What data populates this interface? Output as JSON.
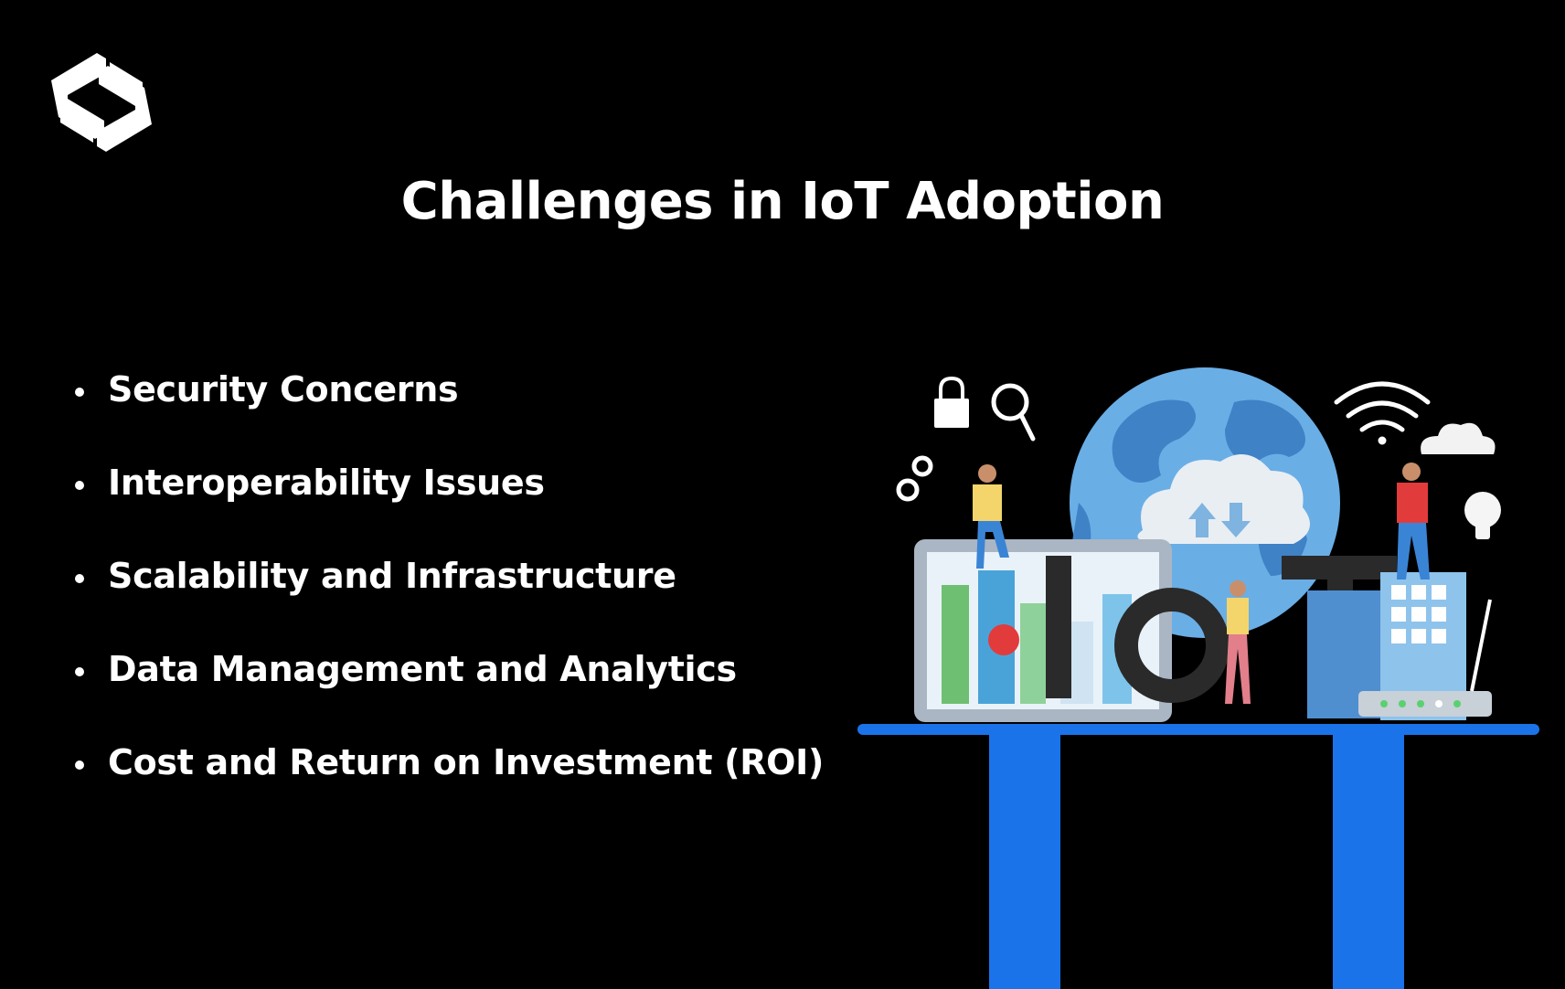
{
  "title": "Challenges in IoT Adoption",
  "bullets": [
    "Security Concerns",
    "Interoperability Issues",
    "Scalability and Infrastructure",
    "Data Management and Analytics",
    "Cost and Return on Investment (ROI)"
  ],
  "illustration": {
    "word": "IoT"
  },
  "colors": {
    "background": "#000000",
    "text": "#ffffff",
    "table_blue": "#1a73e8",
    "globe_blue": "#5a9fd8",
    "letters": "#2a2a2a"
  }
}
